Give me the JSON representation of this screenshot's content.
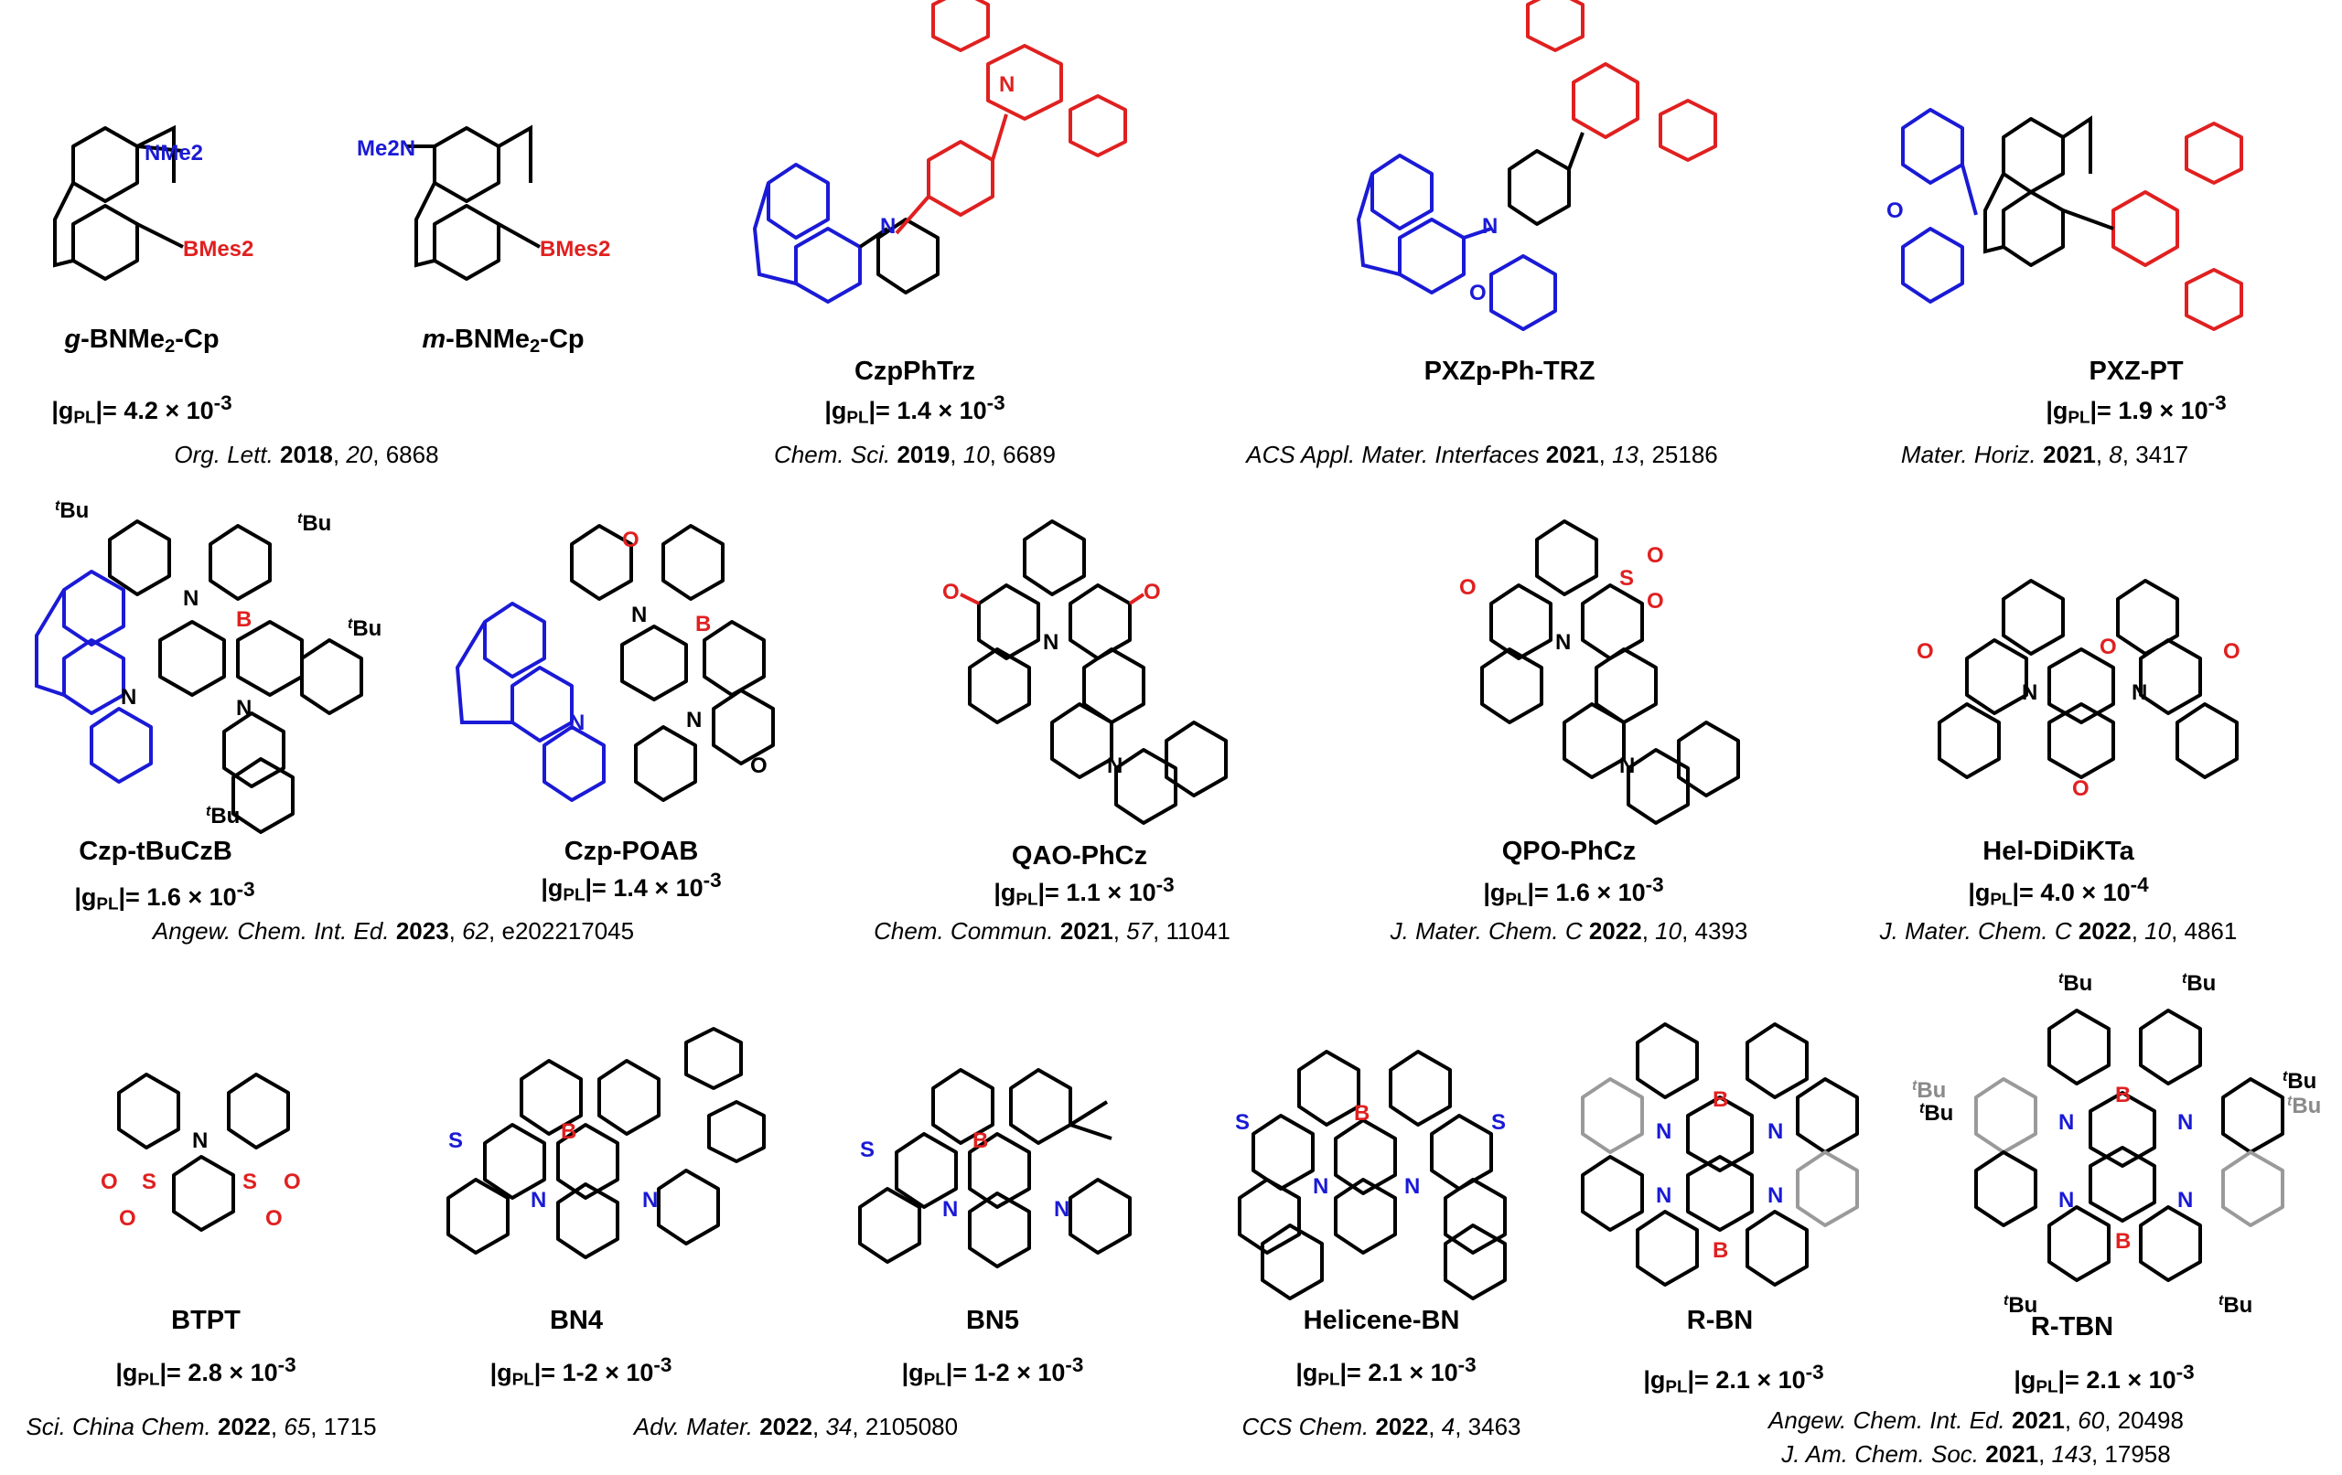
{
  "compounds": [
    {
      "name_prefix": "g",
      "name_main": "-BNMe",
      "name_sub": "2",
      "name_tail": "-Cp",
      "gpl_value": "4.2 × 10",
      "gpl_exp": "-3"
    },
    {
      "name_prefix": "m",
      "name_main": "-BNMe",
      "name_sub": "2",
      "name_tail": "-Cp"
    },
    {
      "name": "CzpPhTrz",
      "gpl_value": "1.4 × 10",
      "gpl_exp": "-3"
    },
    {
      "name": "PXZp-Ph-TRZ"
    },
    {
      "name": "PXZ-PT",
      "gpl_value": "1.9 × 10",
      "gpl_exp": "-3"
    },
    {
      "name": "Czp-tBuCzB",
      "gpl_value": "1.6 × 10",
      "gpl_exp": "-3"
    },
    {
      "name": "Czp-POAB",
      "gpl_value": "1.4 × 10",
      "gpl_exp": "-3"
    },
    {
      "name": "QAO-PhCz",
      "gpl_value": "1.1 × 10",
      "gpl_exp": "-3"
    },
    {
      "name": "QPO-PhCz",
      "gpl_value": "1.6 × 10",
      "gpl_exp": "-3"
    },
    {
      "name": "Hel-DiDiKTa",
      "gpl_value": "4.0 × 10",
      "gpl_exp": "-4"
    },
    {
      "name": "BTPT",
      "gpl_value": "2.8 × 10",
      "gpl_exp": "-3"
    },
    {
      "name": "BN4",
      "gpl_value": "1-2 × 10",
      "gpl_exp": "-3"
    },
    {
      "name": "BN5",
      "gpl_value": "1-2 × 10",
      "gpl_exp": "-3"
    },
    {
      "name": "Helicene-BN",
      "gpl_value": "2.1 × 10",
      "gpl_exp": "-3"
    },
    {
      "name": "R-BN",
      "gpl_value": "2.1 × 10",
      "gpl_exp": "-3"
    },
    {
      "name": "R-TBN",
      "gpl_value": "2.1 × 10",
      "gpl_exp": "-3"
    }
  ],
  "gpl_prefix": "|g",
  "gpl_sub": "PL",
  "gpl_mid": "|= ",
  "references": [
    {
      "journal": "Org. Lett.",
      "year": "2018",
      "volume": "20",
      "page": "6868"
    },
    {
      "journal": "Chem. Sci.",
      "year": "2019",
      "volume": "10",
      "page": "6689"
    },
    {
      "journal": "ACS Appl. Mater. Interfaces",
      "year": "2021",
      "volume": "13",
      "page": "25186"
    },
    {
      "journal": "Mater. Horiz.",
      "year": "2021",
      "volume": "8",
      "page": "3417"
    },
    {
      "journal": "Angew. Chem. Int. Ed.",
      "year": "2023",
      "volume": "62",
      "page": "e202217045"
    },
    {
      "journal": "Chem. Commun.",
      "year": "2021",
      "volume": "57",
      "page": "11041"
    },
    {
      "journal": "J. Mater. Chem. C",
      "year": "2022",
      "volume": "10",
      "page": "4393"
    },
    {
      "journal": "J. Mater. Chem. C",
      "year": "2022",
      "volume": "10",
      "page": "4861"
    },
    {
      "journal": "Sci. China Chem.",
      "year": "2022",
      "volume": "65",
      "page": "1715"
    },
    {
      "journal": "Adv. Mater.",
      "year": "2022",
      "volume": "34",
      "page": "2105080"
    },
    {
      "journal": "CCS Chem.",
      "year": "2022",
      "volume": "4",
      "page": "3463"
    },
    {
      "journal": "Angew. Chem. Int. Ed.",
      "year": "2021",
      "volume": "60",
      "page": "20498"
    },
    {
      "journal": "J. Am. Chem. Soc.",
      "year": "2021",
      "volume": "143",
      "page": "17958"
    }
  ],
  "atoms": {
    "nme2": "NMe2",
    "me2n": "Me2N",
    "bmes2": "BMes2",
    "N": "N",
    "O": "O",
    "S": "S",
    "B": "B",
    "tBu": "tBu",
    "t": "t",
    "Bu": "Bu"
  },
  "colors": {
    "donor": "#1a1ad6",
    "acceptor": "#e02020",
    "neutral": "#000000",
    "gray": "#9a9a9a"
  }
}
